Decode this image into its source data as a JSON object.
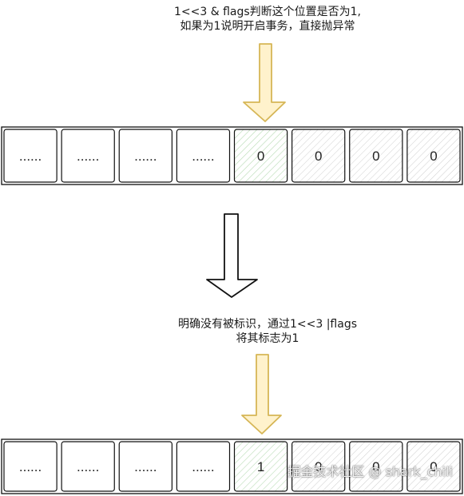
{
  "top_note": {
    "line1": "1<<3 & flags判断这个位置是否为1,",
    "line2": "如果为1说明开启事务，直接抛异常"
  },
  "middle_note": {
    "line1": "明确没有被标识，通过1<<3 |flags",
    "line2": "将其标志为1"
  },
  "row_before": [
    "......",
    "......",
    "......",
    "......",
    "0",
    "0",
    "0",
    "0"
  ],
  "row_after": [
    "......",
    "......",
    "......",
    "......",
    "1",
    "0",
    "0",
    "0"
  ],
  "colors": {
    "highlight_arrow": "#d6b656",
    "arrow_fill": "#fff2cc",
    "bit_cell_green": "#d5e8d4",
    "bit_cell_gray": "#e8e8e8"
  },
  "watermark": "掘金技术社区 @ shark_chili"
}
